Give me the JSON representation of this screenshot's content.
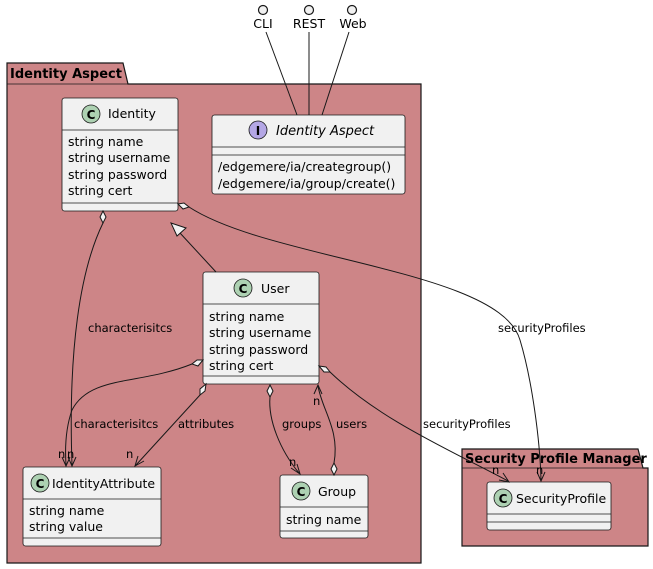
{
  "interfaces": {
    "cli": "CLI",
    "rest": "REST",
    "web": "Web"
  },
  "packages": {
    "identity_aspect": "Identity Aspect",
    "security_profile_manager": "Security Profile Manager"
  },
  "classes": {
    "identity": {
      "stereotype": "C",
      "name": "Identity",
      "fields": [
        "string name",
        "string username",
        "string password",
        "string cert"
      ]
    },
    "identity_aspect_interface": {
      "stereotype": "I",
      "name": "Identity Aspect",
      "methods": [
        "/edgemere/ia/creategroup()",
        "/edgemere/ia/group/create()"
      ]
    },
    "user": {
      "stereotype": "C",
      "name": "User",
      "fields": [
        "string name",
        "string username",
        "string password",
        "string cert"
      ]
    },
    "identity_attribute": {
      "stereotype": "C",
      "name": "IdentityAttribute",
      "fields": [
        "string name",
        "string value"
      ]
    },
    "group": {
      "stereotype": "C",
      "name": "Group",
      "fields": [
        "string name"
      ]
    },
    "security_profile": {
      "stereotype": "C",
      "name": "SecurityProfile",
      "fields": []
    }
  },
  "edge_labels": {
    "identity_characteristics": "characterisitcs",
    "identity_security_profiles": "securityProfiles",
    "user_characteristics": "characterisitcs",
    "user_attributes": "attributes",
    "user_groups": "groups",
    "group_users": "users",
    "user_security_profiles": "securityProfiles"
  },
  "multiplicities": {
    "n": "n"
  },
  "colors": {
    "package_fill": "#CD8587",
    "class_fill": "#F1F1F1",
    "class_badge": "#ADD1B2",
    "interface_badge": "#B4A7E5",
    "line": "#181818"
  }
}
